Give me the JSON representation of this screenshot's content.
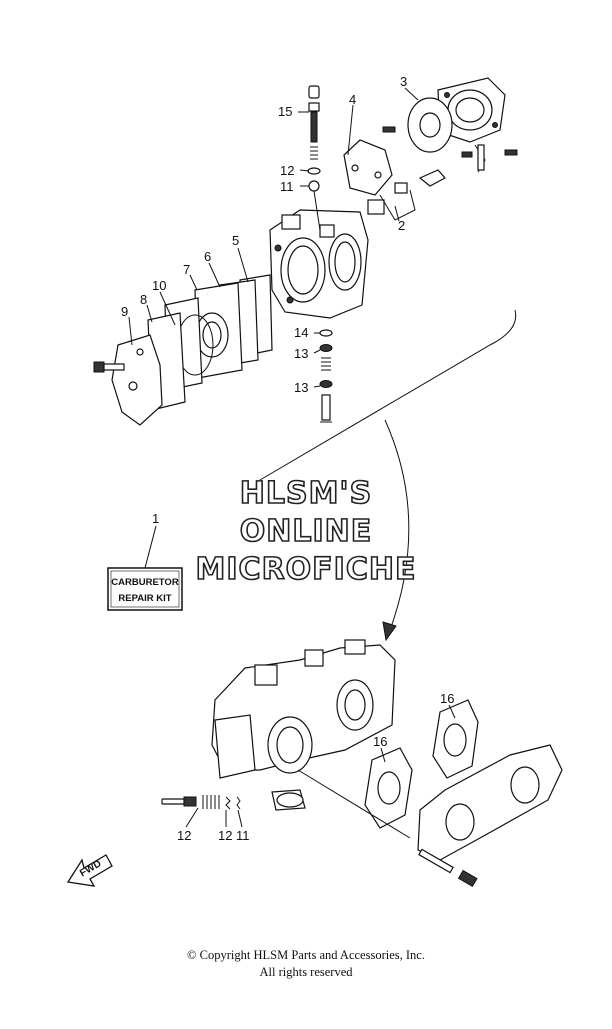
{
  "callouts": {
    "c1": "1",
    "c2": "2",
    "c3": "3",
    "c4": "4",
    "c5": "5",
    "c6": "6",
    "c7": "7",
    "c8": "8",
    "c9": "9",
    "c10": "10",
    "c11a": "11",
    "c12a": "12",
    "c13a": "13",
    "c13b": "13",
    "c14": "14",
    "c15": "15",
    "c16a": "16",
    "c16b": "16",
    "c12b": "12",
    "c12c": "12",
    "c11b": "11"
  },
  "repair_kit": {
    "line1": "CARBURETOR",
    "line2": "REPAIR KIT"
  },
  "watermark": {
    "line1": "HLSM'S",
    "line2": "ONLINE",
    "line3": "MICROFICHE"
  },
  "fwd_label": "FWD",
  "copyright": {
    "line1": "© Copyright HLSM Parts and Accessories, Inc.",
    "line2": "All rights reserved"
  }
}
